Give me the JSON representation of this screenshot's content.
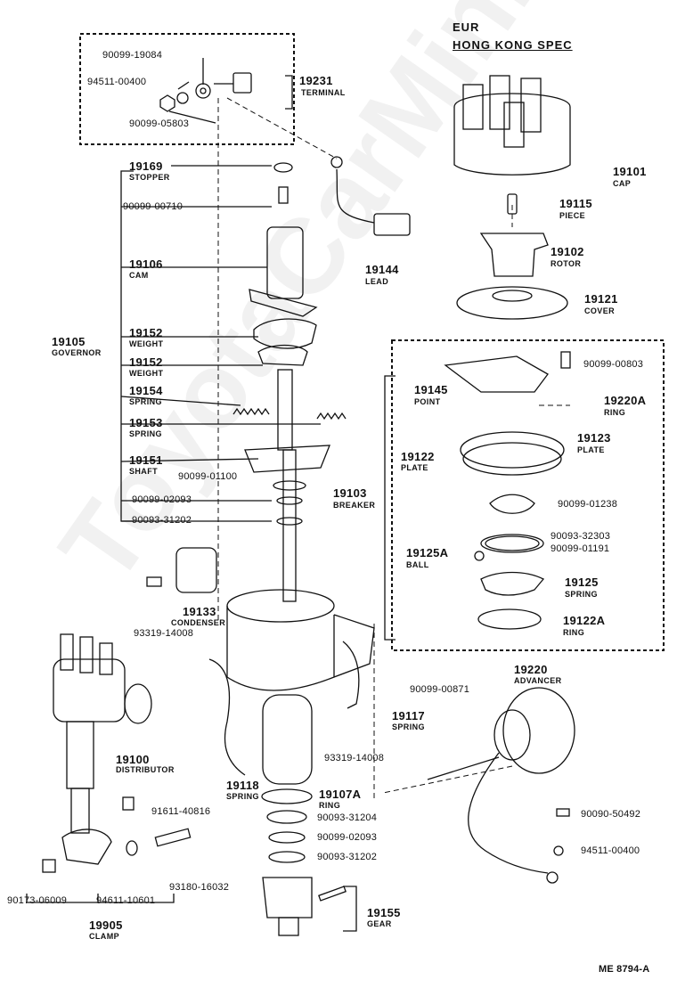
{
  "header": {
    "line1": "EUR",
    "line2": "HONG  KONG  SPEC"
  },
  "watermark": "ToyotaCarMini.ru",
  "drawing_id": "ME  8794-A",
  "parts": {
    "p19231": {
      "code": "19231",
      "name": "TERMINAL"
    },
    "p19169": {
      "code": "19169",
      "name": "STOPPER"
    },
    "p19106": {
      "code": "19106",
      "name": "CAM"
    },
    "p19105": {
      "code": "19105",
      "name": "GOVERNOR"
    },
    "p19152a": {
      "code": "19152",
      "name": "WEIGHT"
    },
    "p19152b": {
      "code": "19152",
      "name": "WEIGHT"
    },
    "p19154": {
      "code": "19154",
      "name": "SPRING"
    },
    "p19153": {
      "code": "19153",
      "name": "SPRING"
    },
    "p19151": {
      "code": "19151",
      "name": "SHAFT"
    },
    "p19144": {
      "code": "19144",
      "name": "LEAD"
    },
    "p19101": {
      "code": "19101",
      "name": "CAP"
    },
    "p19115": {
      "code": "19115",
      "name": "PIECE"
    },
    "p19102": {
      "code": "19102",
      "name": "ROTOR"
    },
    "p19121": {
      "code": "19121",
      "name": "COVER"
    },
    "p19145": {
      "code": "19145",
      "name": "POINT"
    },
    "p19220A": {
      "code": "19220A",
      "name": "RING"
    },
    "p19122": {
      "code": "19122",
      "name": "PLATE"
    },
    "p19123": {
      "code": "19123",
      "name": "PLATE"
    },
    "p19103": {
      "code": "19103",
      "name": "BREAKER"
    },
    "p19125A": {
      "code": "19125A",
      "name": "BALL"
    },
    "p19125": {
      "code": "19125",
      "name": "SPRING"
    },
    "p19122A": {
      "code": "19122A",
      "name": "RING"
    },
    "p19133": {
      "code": "19133",
      "name": "CONDENSER"
    },
    "p19220": {
      "code": "19220",
      "name": "ADVANCER"
    },
    "p19117": {
      "code": "19117",
      "name": "SPRING"
    },
    "p19100": {
      "code": "19100",
      "name": "DISTRIBUTOR"
    },
    "p19118": {
      "code": "19118",
      "name": "SPRING"
    },
    "p19107A": {
      "code": "19107A",
      "name": "RING"
    },
    "p19155": {
      "code": "19155",
      "name": "GEAR"
    },
    "p19905": {
      "code": "19905",
      "name": "CLAMP"
    }
  },
  "numbers": {
    "n90099_19084": "90099-19084",
    "n94511_00400a": "94511-00400",
    "n90099_05803": "90099-05803",
    "n90099_00710": "90099-00710",
    "n90099_01100": "90099-01100",
    "n90099_02093a": "90099-02093",
    "n90093_31202a": "90093-31202",
    "n90099_00803": "90099-00803",
    "n90099_01238": "90099-01238",
    "n90093_32303": "90093-32303",
    "n90099_01191": "90099-01191",
    "n93319_14008a": "93319-14008",
    "n90099_00871": "90099-00871",
    "n93319_14008b": "93319-14008",
    "n91611_40816": "91611-40816",
    "n90093_31204": "90093-31204",
    "n90099_02093b": "90099-02093",
    "n90093_31202b": "90093-31202",
    "n90090_50492": "90090-50492",
    "n94511_00400b": "94511-00400",
    "n93180_16032": "93180-16032",
    "n90173_06009": "90173-06009",
    "n94611_10601": "94611-10601"
  },
  "colors": {
    "ink": "#111111",
    "paper": "#ffffff",
    "watermark": "#d9d9d9"
  }
}
